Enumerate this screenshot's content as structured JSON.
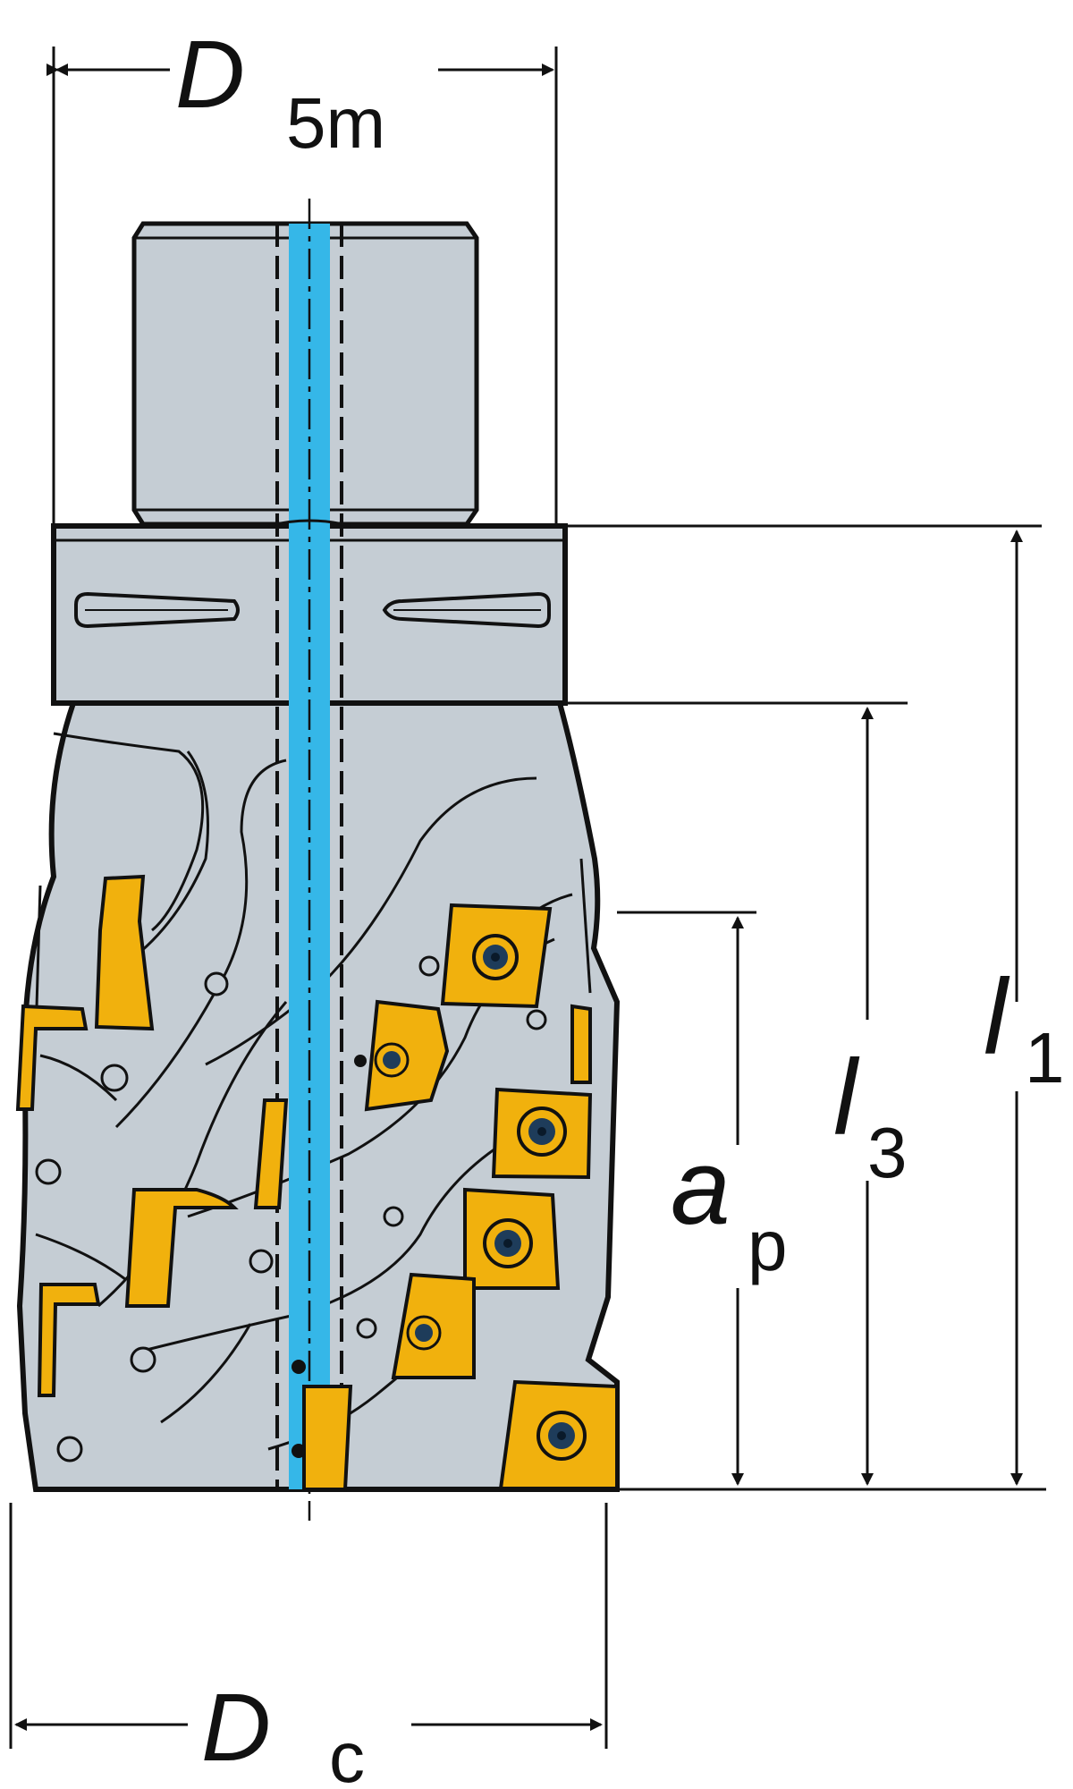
{
  "dimensions": {
    "d5m": {
      "symbol": "D",
      "sub": "5m"
    },
    "l1": {
      "symbol": "l",
      "sub": "1"
    },
    "l3": {
      "symbol": "l",
      "sub": "3"
    },
    "ap": {
      "symbol": "a",
      "sub": "p"
    },
    "dc": {
      "symbol": "D",
      "sub": "c"
    }
  },
  "colors": {
    "body": "#c5cdd4",
    "coolant": "#35b7e8",
    "insert": "#f1b10d",
    "outline": "#111111",
    "screw": "#1e3c5a"
  },
  "icons": {
    "screw": "torx-screw-icon"
  }
}
